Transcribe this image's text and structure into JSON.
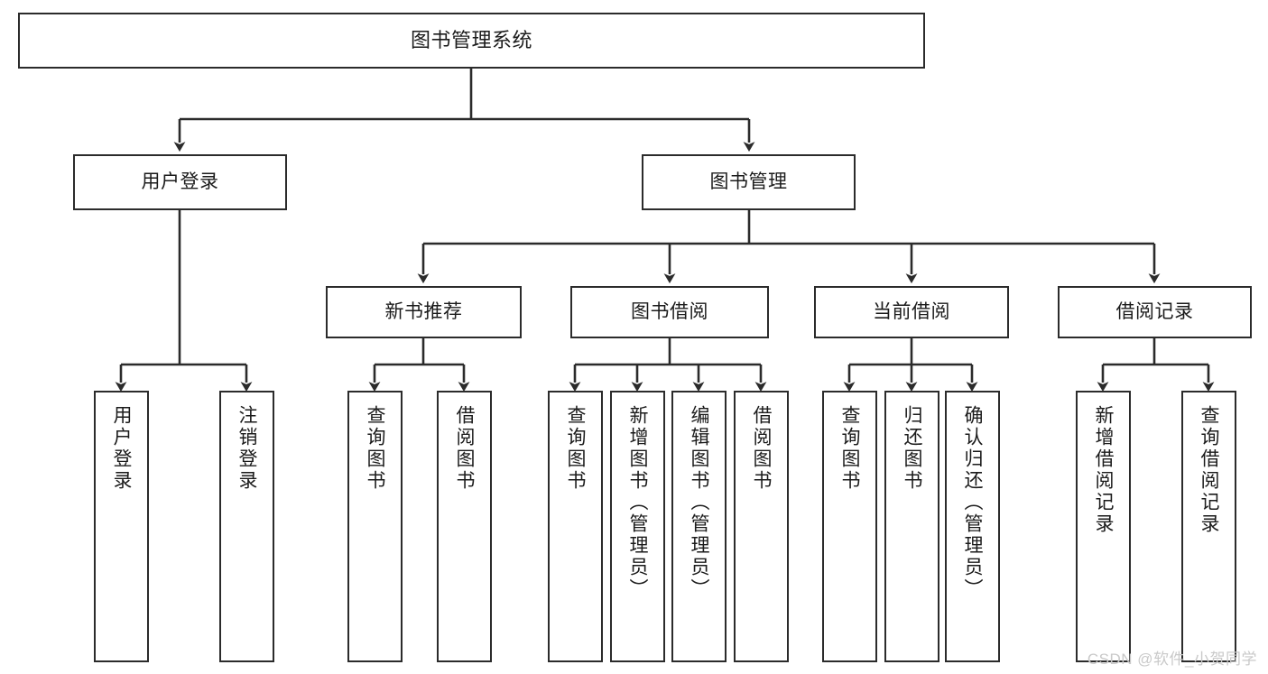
{
  "diagram": {
    "type": "tree-hierarchy",
    "title": "图书管理系统",
    "watermark": "CSDN @软件_小贺同学",
    "colors": {
      "stroke": "#2b2b2b",
      "fill": "#ffffff",
      "text": "#1b1b1b",
      "watermark": "#c9c9c9"
    },
    "nodes": {
      "root": {
        "label": "图书管理系统"
      },
      "level2": [
        {
          "id": "user-login",
          "label": "用户登录"
        },
        {
          "id": "book-manage",
          "label": "图书管理"
        }
      ],
      "level3": [
        {
          "id": "new-book-recommend",
          "label": "新书推荐"
        },
        {
          "id": "book-borrow",
          "label": "图书借阅"
        },
        {
          "id": "current-borrow",
          "label": "当前借阅"
        },
        {
          "id": "borrow-record",
          "label": "借阅记录"
        }
      ],
      "leaves": [
        {
          "id": "leaf-user-login",
          "label": "用户登录",
          "parent": "user-login"
        },
        {
          "id": "leaf-logout-login",
          "label": "注销登录",
          "parent": "user-login"
        },
        {
          "id": "leaf-query-book-1",
          "label": "查询图书",
          "parent": "new-book-recommend"
        },
        {
          "id": "leaf-borrow-book-1",
          "label": "借阅图书",
          "parent": "new-book-recommend"
        },
        {
          "id": "leaf-query-book-2",
          "label": "查询图书",
          "parent": "book-borrow"
        },
        {
          "id": "leaf-add-book",
          "label": "新增图书（管理员）",
          "parent": "book-borrow"
        },
        {
          "id": "leaf-edit-book",
          "label": "编辑图书（管理员）",
          "parent": "book-borrow"
        },
        {
          "id": "leaf-borrow-book-2",
          "label": "借阅图书",
          "parent": "book-borrow"
        },
        {
          "id": "leaf-query-book-3",
          "label": "查询图书",
          "parent": "current-borrow"
        },
        {
          "id": "leaf-return-book",
          "label": "归还图书",
          "parent": "current-borrow"
        },
        {
          "id": "leaf-confirm-return",
          "label": "确认归还（管理员）",
          "parent": "current-borrow"
        },
        {
          "id": "leaf-add-record",
          "label": "新增借阅记录",
          "parent": "borrow-record"
        },
        {
          "id": "leaf-query-record",
          "label": "查询借阅记录",
          "parent": "borrow-record"
        }
      ]
    }
  }
}
